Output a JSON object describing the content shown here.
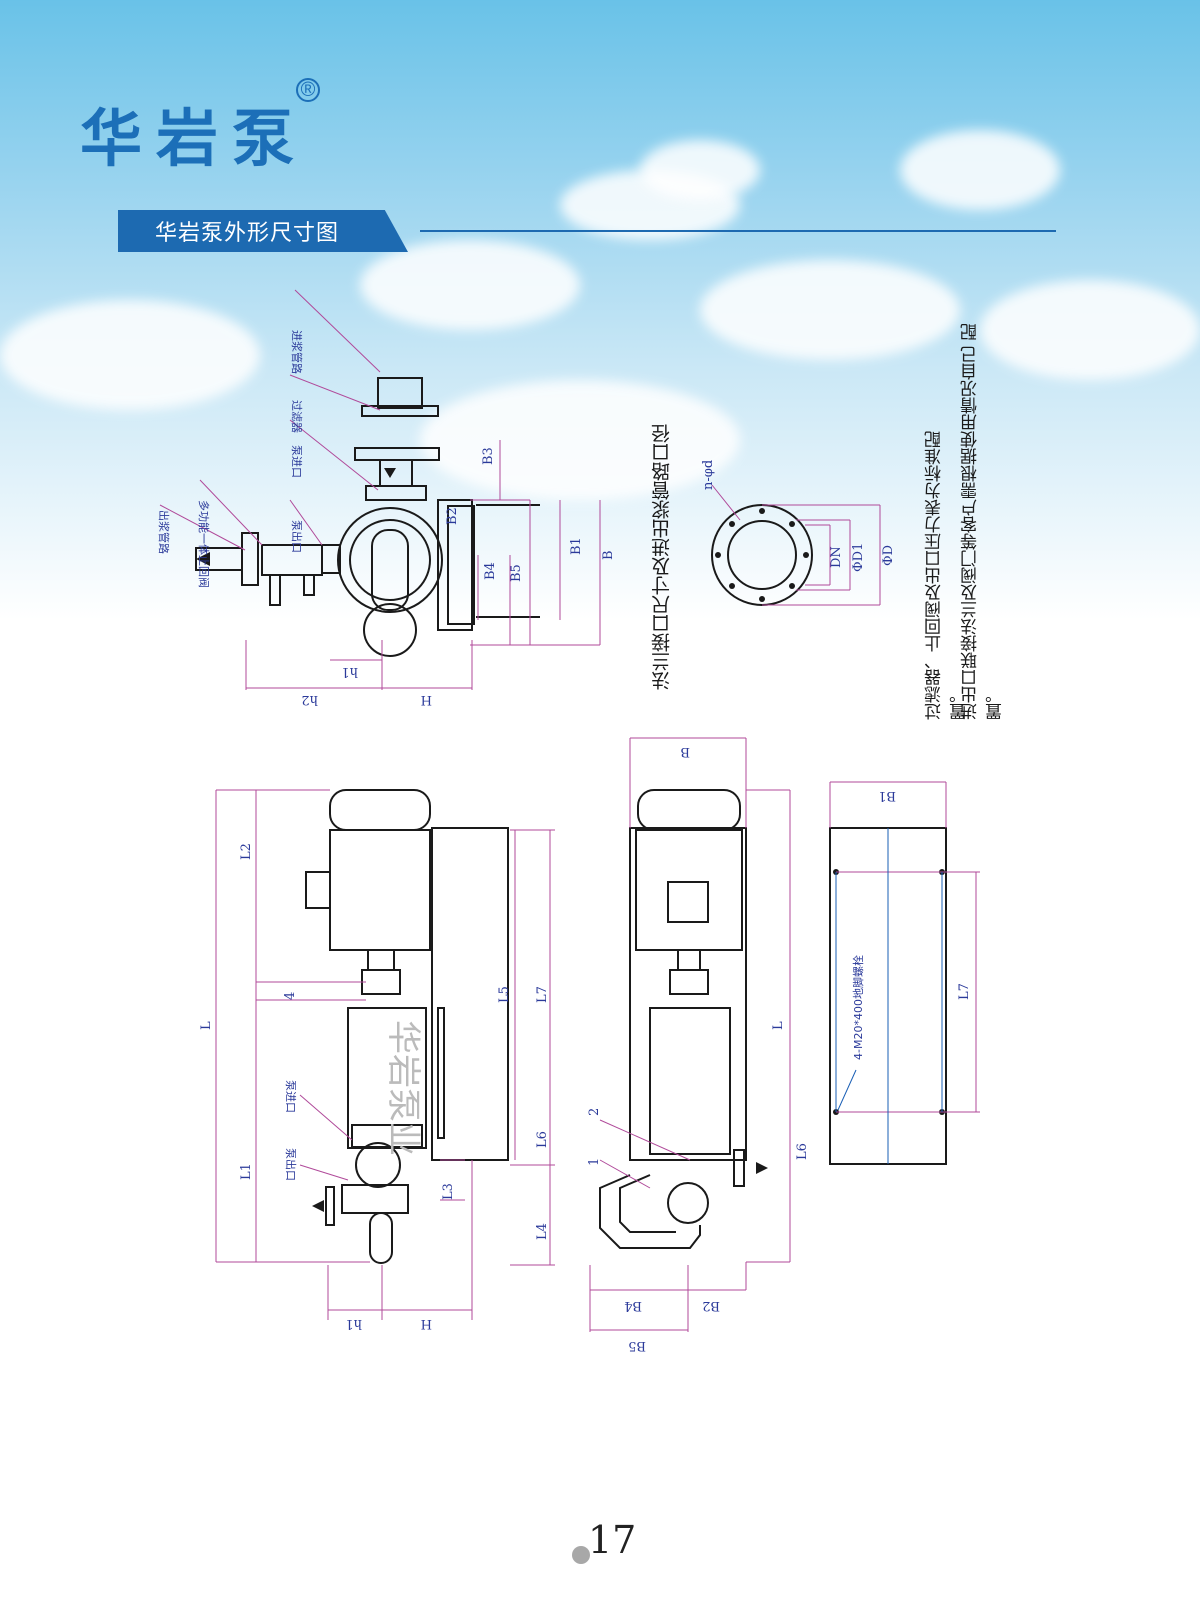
{
  "header": {
    "brand": "华岩泵",
    "registered": "®",
    "section_title": "华岩泵外形尺寸图"
  },
  "drawing_top": {
    "callouts": [
      "进浆管路",
      "过滤器",
      "泵进口",
      "泵出口",
      "出浆管路",
      "多功能一体止回阀"
    ],
    "dims": [
      "B3",
      "B2",
      "B1",
      "B",
      "B4",
      "B5",
      "h1",
      "h2",
      "H"
    ]
  },
  "flange": {
    "title": "法兰接口尺寸及进出浆管路口径",
    "dims": [
      "n-φd",
      "DN",
      "ΦD1",
      "ΦD"
    ]
  },
  "notes": [
    "过滤器、止回阀及出口压力表为标准配置。",
    "进出口联接法兰及阀门等客户需根据使用情况自己 配置。"
  ],
  "drawing_front": {
    "dims": [
      "L2",
      "L",
      "L1",
      "4",
      "L5",
      "L7",
      "L6",
      "L3",
      "L4",
      "h1",
      "H"
    ],
    "callouts": [
      "泵进口",
      "泵出口"
    ],
    "watermark": "华岩泵业"
  },
  "drawing_side": {
    "dims": [
      "B",
      "L",
      "L6",
      "B4",
      "B2",
      "B5",
      "1",
      "2"
    ]
  },
  "drawing_base": {
    "dims": [
      "B1",
      "L7"
    ],
    "bolt_note": "4-M20*400地脚螺栓"
  },
  "footer": {
    "page_number": "17"
  }
}
